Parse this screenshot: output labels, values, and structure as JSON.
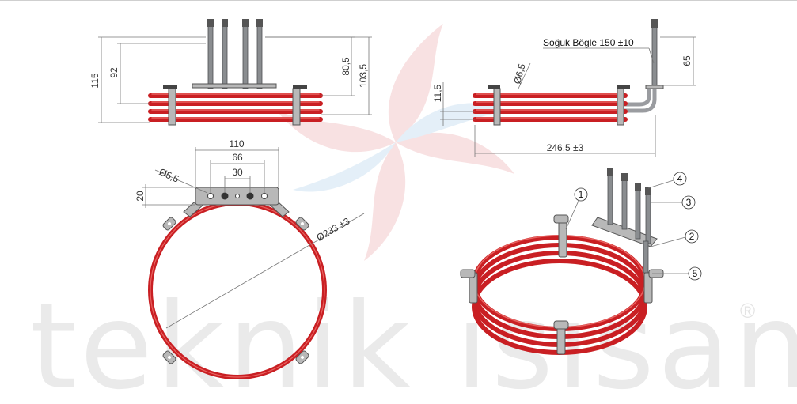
{
  "watermark": {
    "brand_text": "teknik ısısan",
    "registered_mark": "®"
  },
  "front_view": {
    "dims": {
      "overall_height": "115",
      "body_height": "92",
      "terminal_height": "80,5",
      "total_height": "103,5"
    }
  },
  "side_view": {
    "cold_bend_label": "Soğuk Bögle 150 ±10",
    "dims": {
      "tube_diameter": "Ø6,5",
      "pitch": "11,5",
      "length": "246,5 ±3",
      "terminal_length": "65"
    }
  },
  "top_view": {
    "dims": {
      "plate_width": "110",
      "hole_span_outer": "66",
      "hole_span_inner": "30",
      "hole_diameter": "Ø5,5",
      "plate_depth": "20",
      "ring_diameter": "Ø233 ±3"
    }
  },
  "iso_view": {
    "callouts": [
      "1",
      "2",
      "3",
      "4",
      "5"
    ]
  },
  "colors": {
    "element_red": "#c91f23",
    "metal_gray": "#8a8d90",
    "watermark": "#eaeaea"
  }
}
